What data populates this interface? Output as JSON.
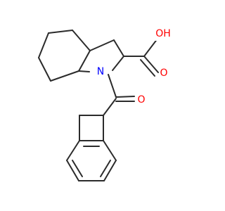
{
  "molecule": {
    "labels": {
      "oh": "OH",
      "carbonyl_o_acid": "O",
      "nitrogen": "N",
      "carbonyl_o_amide": "O"
    },
    "colors": {
      "bond": "#2b2b2b",
      "oxygen": "#ff0000",
      "nitrogen": "#0000ff"
    }
  }
}
